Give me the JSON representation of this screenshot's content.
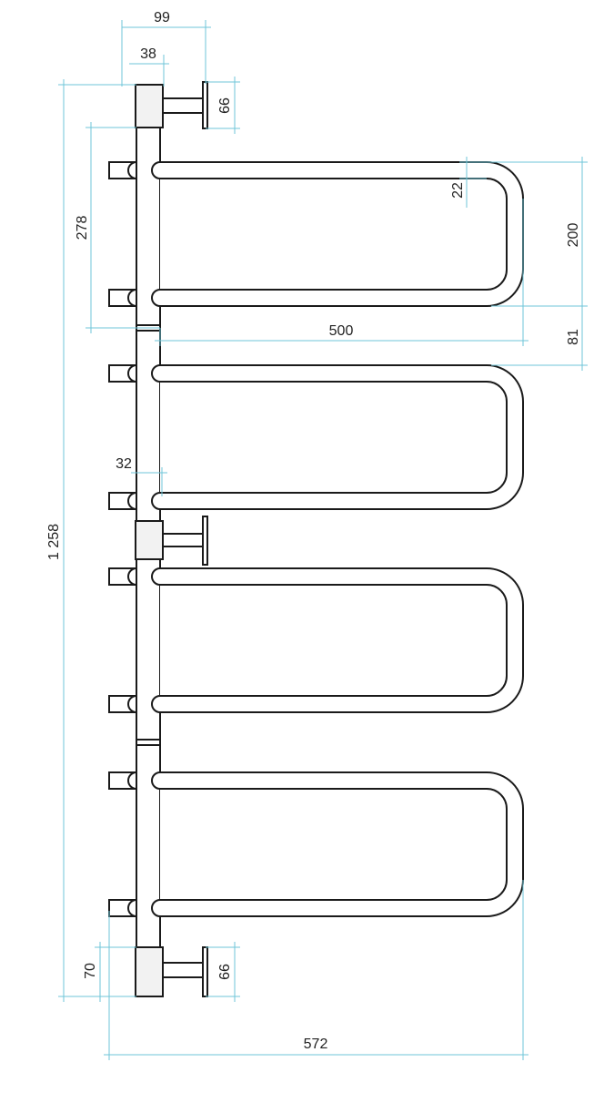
{
  "drawing": {
    "dimensions": {
      "flange_offset": "99",
      "post_width": "38",
      "flange_height_top": "66",
      "flange_height_bottom": "66",
      "section_height": "278",
      "tube_diameter": "22",
      "loop_height": "200",
      "loop_length": "500",
      "section_gap": "81",
      "tube_spacing": "32",
      "total_height": "1 258",
      "bottom_offset": "70",
      "total_width": "572"
    },
    "colors": {
      "dimension_line": "#6fc6d8",
      "outline": "#1a1a1a"
    }
  }
}
